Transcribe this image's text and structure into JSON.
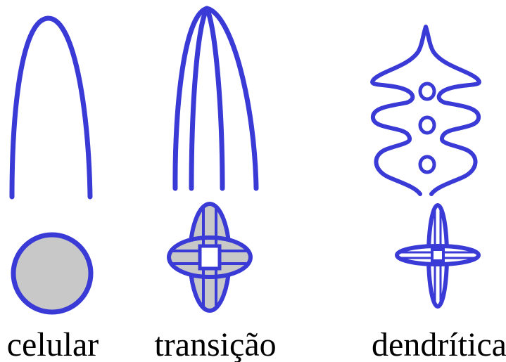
{
  "labels": {
    "cellular": "celular",
    "transition": "transição",
    "dendritic": "dendrítica"
  },
  "colors": {
    "outline": "#3a3ad6",
    "fill": "#c8c8c8",
    "background": "#ffffff",
    "text": "#000000"
  }
}
